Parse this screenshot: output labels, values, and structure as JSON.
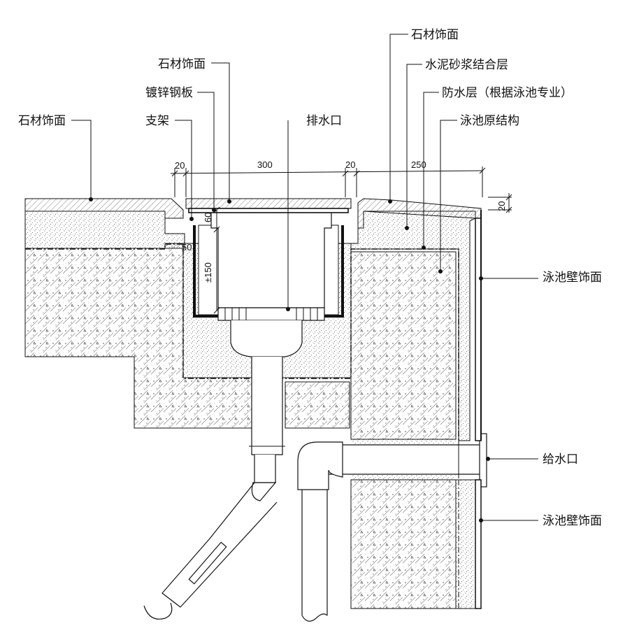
{
  "labels": {
    "stone_finish_left": "石材饰面",
    "stone_finish_top": "石材饰面",
    "galvanized_steel_plate": "镀锌钢板",
    "bracket": "支架",
    "drain_outlet": "排水口",
    "stone_finish_right": "石材饰面",
    "cement_mortar_bond_layer": "水泥砂浆结合层",
    "waterproof_layer": "防水层（根据泳池专业）",
    "pool_original_structure": "泳池原结构",
    "pool_wall_finish_upper": "泳池壁饰面",
    "water_supply_inlet": "给水口",
    "pool_wall_finish_lower": "泳池壁饰面"
  },
  "dimensions": {
    "d20_left": "20",
    "d300": "300",
    "d20_right": "20",
    "d250": "250",
    "d20_vertical": "20",
    "d60": "60",
    "d50": "50",
    "d150": "±150"
  },
  "colors": {
    "line": "#111111",
    "concrete_fill": "#ffffff",
    "stipple": "#333333"
  }
}
